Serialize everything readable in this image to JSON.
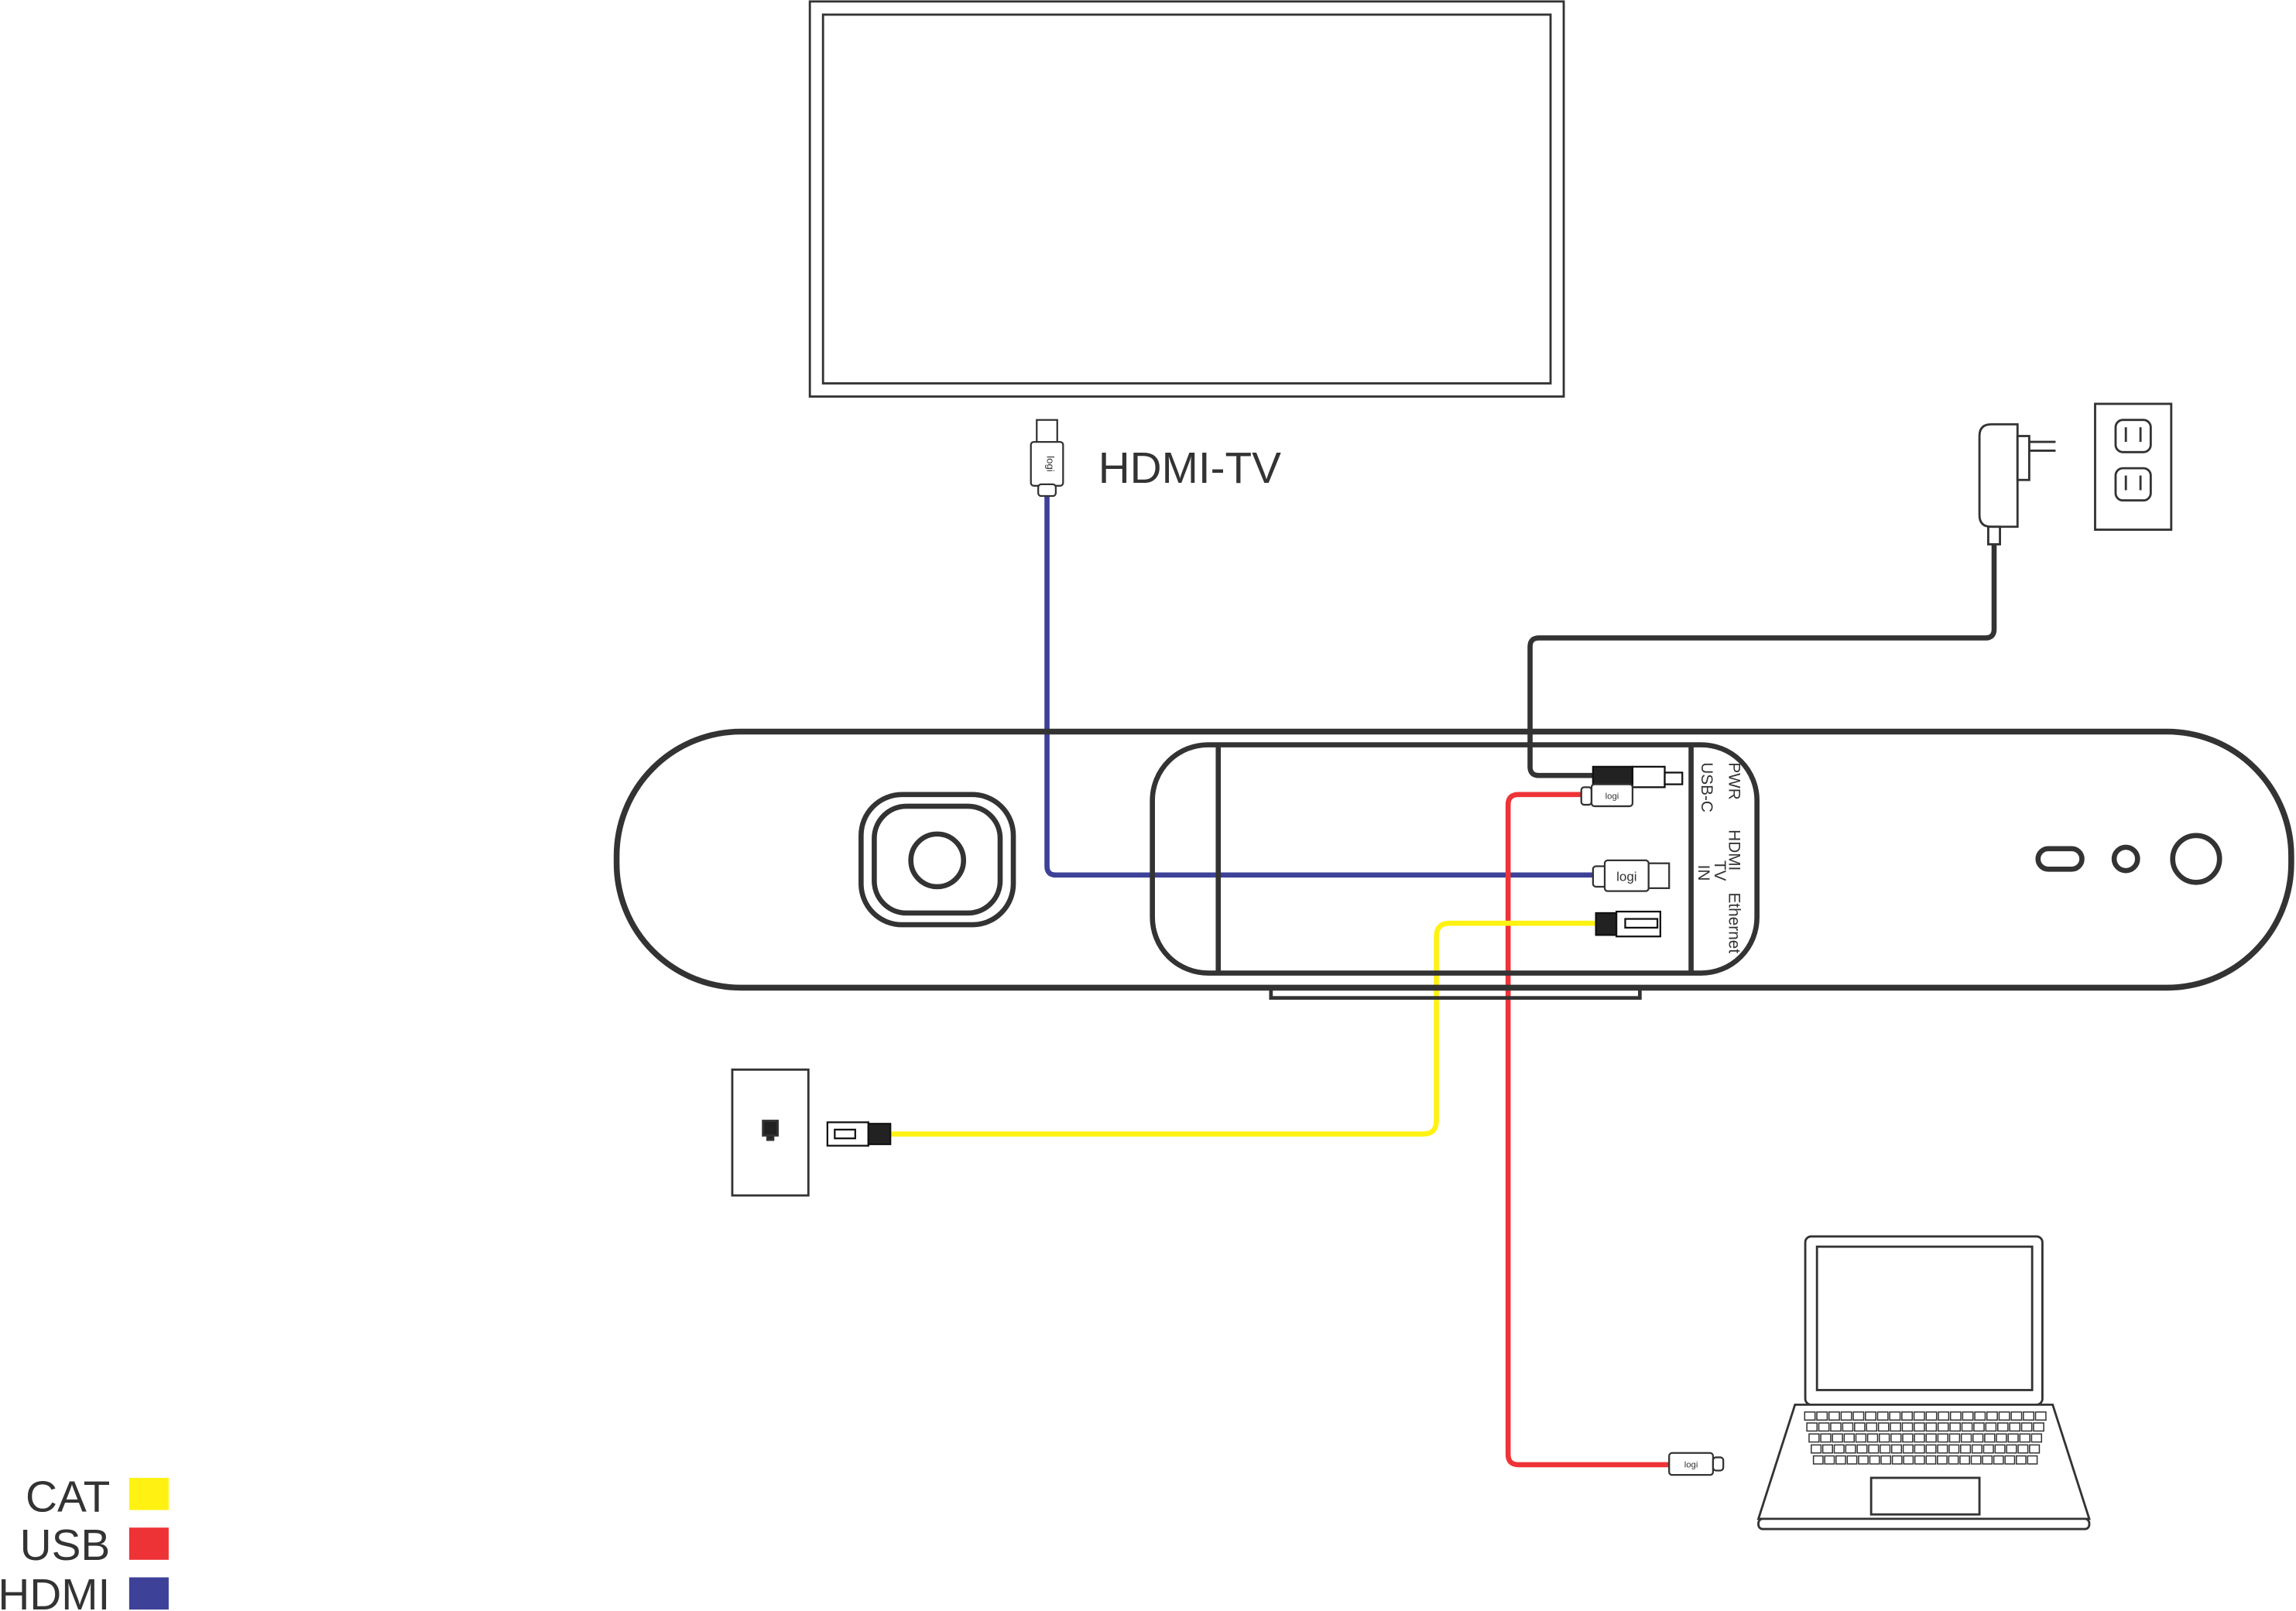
{
  "labels": {
    "hdmi_tv": "HDMI-TV",
    "ports": [
      "PWR",
      "USB-C",
      "HDMI",
      "TV",
      "IN",
      "Ethernet"
    ],
    "connector_brand": "logi"
  },
  "legend": [
    {
      "label": "CAT",
      "color": "#fff212"
    },
    {
      "label": "USB",
      "color": "#ee3337"
    },
    {
      "label": "HDMI",
      "color": "#3d4197"
    }
  ],
  "colors": {
    "outline": "#333333",
    "power_cable": "#333333"
  }
}
